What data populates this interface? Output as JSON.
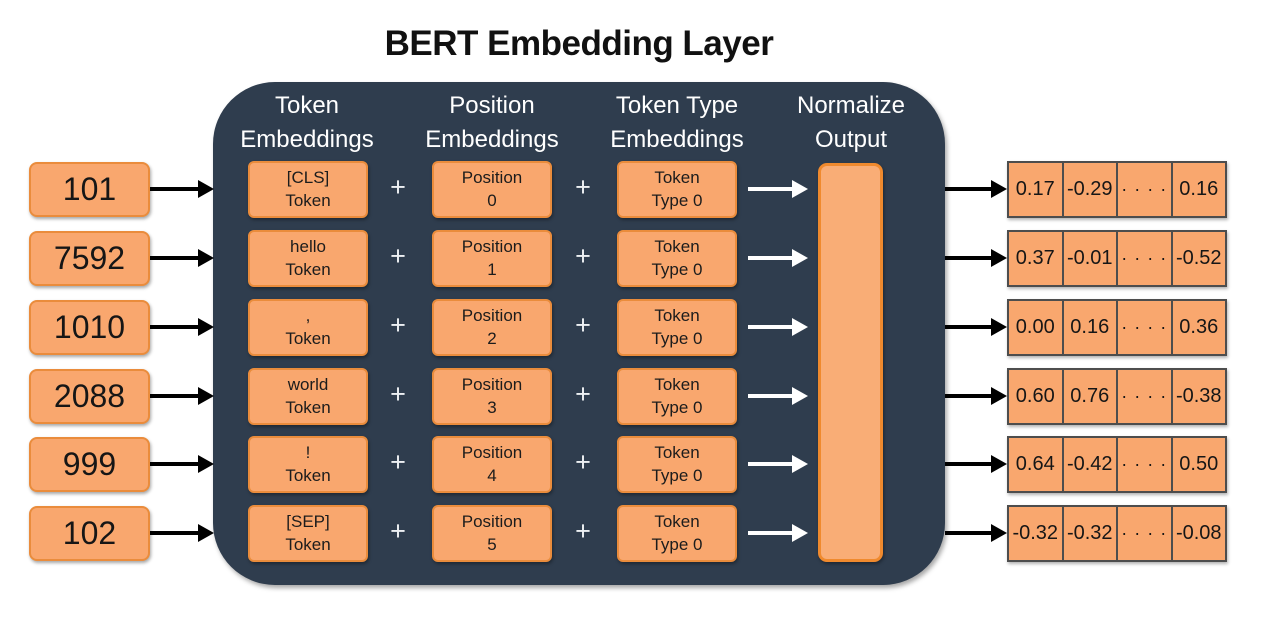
{
  "title": "BERT Embedding Layer",
  "plus_sign": "+",
  "headers": {
    "token": [
      "Token",
      "Embeddings"
    ],
    "position": [
      "Position",
      "Embeddings"
    ],
    "token_type": [
      "Token Type",
      "Embeddings"
    ],
    "normalize": [
      "Normalize",
      "Output"
    ]
  },
  "colors": {
    "box_fill": "#F9A76E",
    "box_border": "#EA8C3C",
    "container_background": "#2F3D4E",
    "output_cell_border": "#4d4d4d",
    "header_text": "#ffffff",
    "arrow_black": "#000000",
    "arrow_white": "#ffffff"
  },
  "rows": [
    {
      "id": "101",
      "token": [
        "[CLS]",
        "Token"
      ],
      "position": [
        "Position",
        "0"
      ],
      "type": [
        "Token",
        "Type 0"
      ],
      "output": [
        "0.17",
        "-0.29",
        "· · · ·",
        "0.16"
      ]
    },
    {
      "id": "7592",
      "token": [
        "hello",
        "Token"
      ],
      "position": [
        "Position",
        "1"
      ],
      "type": [
        "Token",
        "Type 0"
      ],
      "output": [
        "0.37",
        "-0.01",
        "· · · ·",
        "-0.52"
      ]
    },
    {
      "id": "1010",
      "token": [
        ",",
        "Token"
      ],
      "position": [
        "Position",
        "2"
      ],
      "type": [
        "Token",
        "Type 0"
      ],
      "output": [
        "0.00",
        "0.16",
        "· · · ·",
        "0.36"
      ]
    },
    {
      "id": "2088",
      "token": [
        "world",
        "Token"
      ],
      "position": [
        "Position",
        "3"
      ],
      "type": [
        "Token",
        "Type 0"
      ],
      "output": [
        "0.60",
        "0.76",
        "· · · ·",
        "-0.38"
      ]
    },
    {
      "id": "999",
      "token": [
        "!",
        "Token"
      ],
      "position": [
        "Position",
        "4"
      ],
      "type": [
        "Token",
        "Type 0"
      ],
      "output": [
        "0.64",
        "-0.42",
        "· · · ·",
        "0.50"
      ]
    },
    {
      "id": "102",
      "token": [
        "[SEP]",
        "Token"
      ],
      "position": [
        "Position",
        "5"
      ],
      "type": [
        "Token",
        "Type 0"
      ],
      "output": [
        "-0.32",
        "-0.32",
        "· · · ·",
        "-0.08"
      ]
    }
  ]
}
